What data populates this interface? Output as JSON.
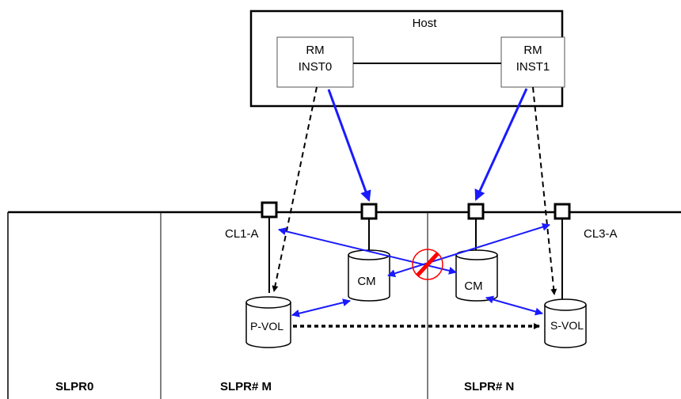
{
  "host": {
    "title": "Host"
  },
  "instances": [
    {
      "line1": "RM",
      "line2": "INST0"
    },
    {
      "line1": "RM",
      "line2": "INST1"
    }
  ],
  "ports": [
    {
      "label": "CL1-A"
    },
    {
      "label": "CL3-A"
    }
  ],
  "volumes": [
    {
      "label": "CM"
    },
    {
      "label": "CM"
    },
    {
      "label": "P-VOL"
    },
    {
      "label": "S-VOL"
    }
  ],
  "partitions": [
    {
      "label": "SLPR0"
    },
    {
      "label": "SLPR# M"
    },
    {
      "label": "SLPR# N"
    }
  ],
  "colors": {
    "line": "#000000",
    "blue_arrow": "#1a1aff",
    "prohibited": "#ff0000"
  }
}
